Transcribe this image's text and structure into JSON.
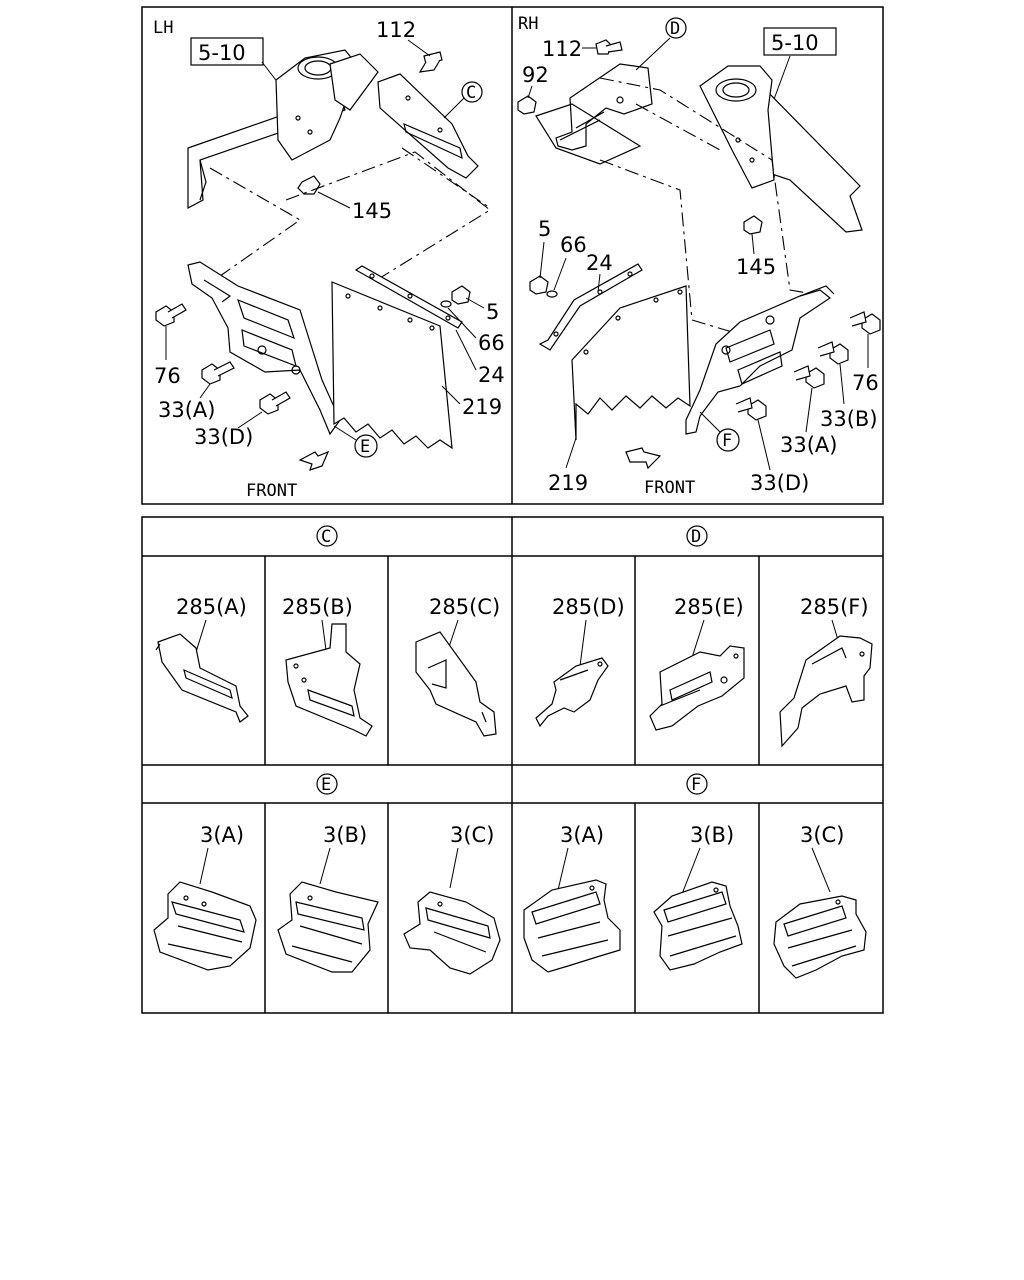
{
  "top": {
    "lh": {
      "side_label": "LH",
      "ref_box": "5-10",
      "callouts": {
        "c112": "112",
        "c145": "145",
        "c5": "5",
        "c66": "66",
        "c24": "24",
        "c219": "219",
        "c76": "76",
        "c33a": "33(A)",
        "c33d": "33(D)"
      },
      "circle_C": "C",
      "circle_E": "E",
      "front": "FRONT"
    },
    "rh": {
      "side_label": "RH",
      "ref_box": "5-10",
      "callouts": {
        "c112": "112",
        "c92": "92",
        "c5": "5",
        "c66": "66",
        "c24": "24",
        "c145": "145",
        "c76": "76",
        "c33b": "33(B)",
        "c33a": "33(A)",
        "c33d": "33(D)",
        "c219": "219"
      },
      "circle_D": "D",
      "circle_F": "F",
      "front": "FRONT"
    }
  },
  "detail_C": {
    "header": "C",
    "labels": [
      "285(A)",
      "285(B)",
      "285(C)"
    ]
  },
  "detail_D": {
    "header": "D",
    "labels": [
      "285(D)",
      "285(E)",
      "285(F)"
    ]
  },
  "detail_E": {
    "header": "E",
    "labels": [
      "3(A)",
      "3(B)",
      "3(C)"
    ]
  },
  "detail_F": {
    "header": "F",
    "labels": [
      "3(A)",
      "3(B)",
      "3(C)"
    ]
  }
}
